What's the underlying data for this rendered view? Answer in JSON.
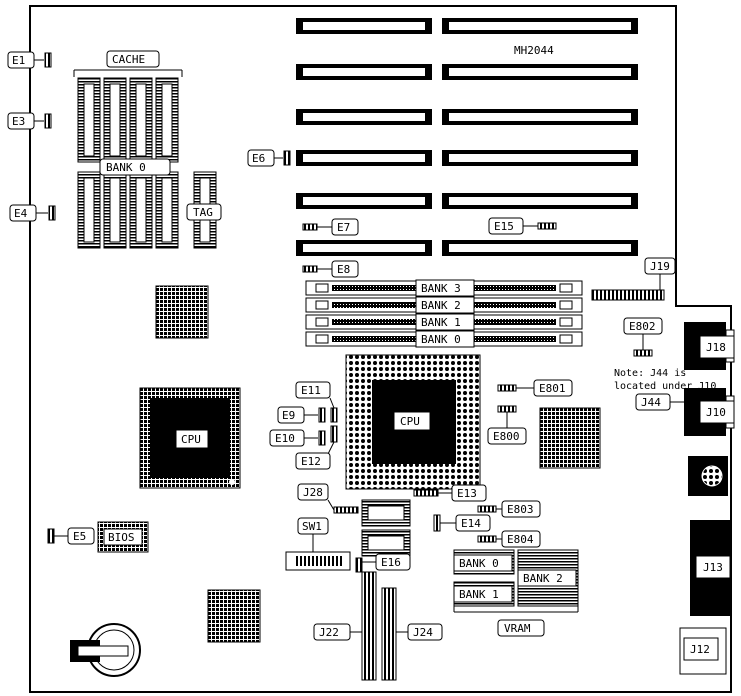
{
  "board": {
    "model": "MH2044",
    "note_line1": "Note:  J44 is",
    "note_line2": "located under J10"
  },
  "labels": {
    "e1": "E1",
    "e3": "E3",
    "e4": "E4",
    "e5": "E5",
    "e6": "E6",
    "e7": "E7",
    "e8": "E8",
    "e9": "E9",
    "e10": "E10",
    "e11": "E11",
    "e12": "E12",
    "e13": "E13",
    "e14": "E14",
    "e15": "E15",
    "e16": "E16",
    "e800": "E800",
    "e801": "E801",
    "e802": "E802",
    "e803": "E803",
    "e804": "E804",
    "cache": "CACHE",
    "cache_bank0": "BANK 0",
    "tag": "TAG",
    "cpu_main": "CPU",
    "cpu_socket": "CPU",
    "bios": "BIOS",
    "sw1": "SW1",
    "simm_bank3": "BANK 3",
    "simm_bank2": "BANK 2",
    "simm_bank1": "BANK 1",
    "simm_bank0": "BANK 0",
    "vram_bank0": "BANK 0",
    "vram_bank1": "BANK 1",
    "vram_bank2": "BANK 2",
    "vram": "VRAM",
    "j10": "J10",
    "j12": "J12",
    "j13": "J13",
    "j18": "J18",
    "j19": "J19",
    "j22": "J22",
    "j24": "J24",
    "j28": "J28",
    "j44": "J44"
  }
}
